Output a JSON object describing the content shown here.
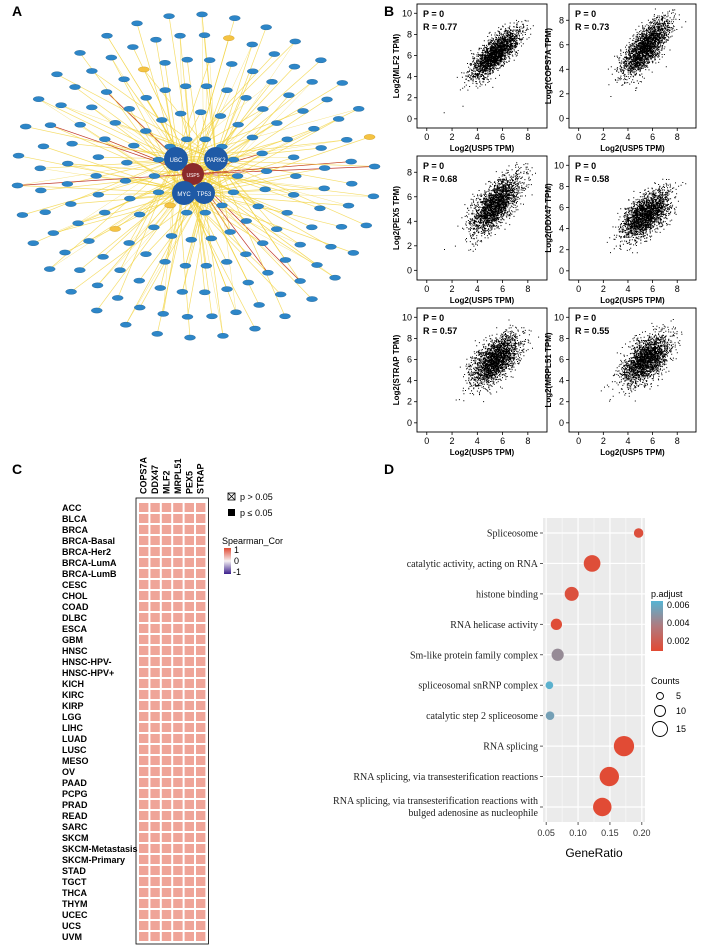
{
  "panels": {
    "a": "A",
    "b": "B",
    "c": "C",
    "d": "D"
  },
  "network": {
    "hubs": [
      "UBC",
      "USP5",
      "PARK2",
      "MYC",
      "TP53"
    ]
  },
  "scatter_plots": [
    {
      "p": "P = 0",
      "r": "R = 0.77",
      "ylabel": "Log2(MLF2 TPM)",
      "xlabel": "Log2(USP5 TPM)",
      "yticks": [
        "0",
        "2",
        "4",
        "6",
        "8",
        "10"
      ],
      "xticks": [
        "0",
        "2",
        "4",
        "6",
        "8"
      ]
    },
    {
      "p": "P = 0",
      "r": "R = 0.73",
      "ylabel": "Log2(COPS7A TPM)",
      "xlabel": "Log2(USP5 TPM)",
      "yticks": [
        "0",
        "2",
        "4",
        "6",
        "8"
      ],
      "xticks": [
        "0",
        "2",
        "4",
        "6",
        "8"
      ]
    },
    {
      "p": "P = 0",
      "r": "R = 0.68",
      "ylabel": "Log2(PEX5 TPM)",
      "xlabel": "Log2(USP5 TPM)",
      "yticks": [
        "0",
        "2",
        "4",
        "6",
        "8"
      ],
      "xticks": [
        "0",
        "2",
        "4",
        "6",
        "8"
      ]
    },
    {
      "p": "P = 0",
      "r": "R = 0.58",
      "ylabel": "Log2(DDX47 TPM)",
      "xlabel": "Log2(USP5 TPM)",
      "yticks": [
        "0",
        "2",
        "4",
        "6",
        "8",
        "10"
      ],
      "xticks": [
        "0",
        "2",
        "4",
        "6",
        "8"
      ]
    },
    {
      "p": "P = 0",
      "r": "R = 0.57",
      "ylabel": "Log2(STRAP TPM)",
      "xlabel": "Log2(USP5 TPM)",
      "yticks": [
        "0",
        "2",
        "4",
        "6",
        "8",
        "10"
      ],
      "xticks": [
        "0",
        "2",
        "4",
        "6",
        "8"
      ]
    },
    {
      "p": "P = 0",
      "r": "R = 0.55",
      "ylabel": "Log2(MRPL51 TPM)",
      "xlabel": "Log2(USP5 TPM)",
      "yticks": [
        "0",
        "2",
        "4",
        "6",
        "8",
        "10"
      ],
      "xticks": [
        "0",
        "2",
        "4",
        "6",
        "8"
      ]
    }
  ],
  "heatmap": {
    "columns": [
      "COPS7A",
      "DDX47",
      "MLF2",
      "MRPL51",
      "PEX5",
      "STRAP"
    ],
    "rows": [
      "ACC",
      "BLCA",
      "BRCA",
      "BRCA-Basal",
      "BRCA-Her2",
      "BRCA-LumA",
      "BRCA-LumB",
      "CESC",
      "CHOL",
      "COAD",
      "DLBC",
      "ESCA",
      "GBM",
      "HNSC",
      "HNSC-HPV-",
      "HNSC-HPV+",
      "KICH",
      "KIRC",
      "KIRP",
      "LGG",
      "LIHC",
      "LUAD",
      "LUSC",
      "MESO",
      "OV",
      "PAAD",
      "PCPG",
      "PRAD",
      "READ",
      "SARC",
      "SKCM",
      "SKCM-Metastasis",
      "SKCM-Primary",
      "STAD",
      "TGCT",
      "THCA",
      "THYM",
      "UCEC",
      "UCS",
      "UVM"
    ],
    "legend_ns": "p > 0.05",
    "legend_sig": "p ≤ 0.05",
    "legend_title": "Spearman_Cor",
    "legend_ticks": [
      "1",
      "0",
      "-1"
    ]
  },
  "colors": {
    "high": "#e24a33",
    "mid": "#f6d6d0",
    "low": "#3b1f8c"
  },
  "chart_data": {
    "type": "scatter",
    "categories": [
      "Spliceosome",
      "catalytic activity, acting on RNA",
      "histone binding",
      "RNA helicase activity",
      "Sm-like protein family complex",
      "spliceosomal snRNP complex",
      "catalytic step 2 spliceosome",
      "RNA splicing",
      "RNA splicing, via transesterification reactions",
      "RNA splicing, via transesterification reactions with bulged adenosine as nucleophile"
    ],
    "category_lines": [
      [
        "Spliceosome"
      ],
      [
        "catalytic activity, acting on RNA"
      ],
      [
        "histone binding"
      ],
      [
        "RNA helicase activity"
      ],
      [
        "Sm-like protein family complex"
      ],
      [
        "spliceosomal snRNP complex"
      ],
      [
        "catalytic step 2 spliceosome"
      ],
      [
        "RNA splicing"
      ],
      [
        "RNA splicing, via transesterification reactions"
      ],
      [
        "RNA splicing, via transesterification reactions with",
        "bulged adenosine as nucleophile"
      ]
    ],
    "x": [
      0.195,
      0.122,
      0.09,
      0.066,
      0.068,
      0.055,
      0.056,
      0.172,
      0.149,
      0.138
    ],
    "counts": [
      5,
      13,
      10,
      7,
      8,
      3,
      4,
      17,
      16,
      15
    ],
    "p_adjust": [
      0.0004,
      0.0003,
      0.0005,
      0.0002,
      0.0045,
      0.0068,
      0.0058,
      0.0001,
      0.0001,
      0.0001
    ],
    "xlabel": "GeneRatio",
    "xticks": [
      "0.05",
      "0.10",
      "0.15",
      "0.20"
    ],
    "xlim": [
      0.045,
      0.205
    ],
    "padj_title": "p.adjust",
    "padj_ticks": [
      "0.006",
      "0.004",
      "0.002"
    ],
    "count_title": "Counts",
    "count_ticks": [
      "5",
      "10",
      "15"
    ]
  }
}
